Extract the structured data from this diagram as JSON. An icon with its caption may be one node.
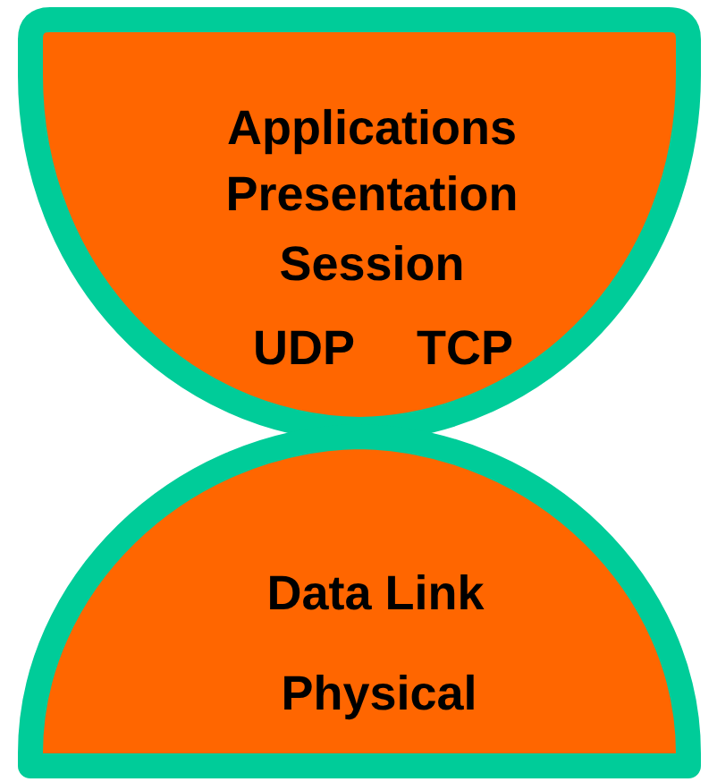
{
  "diagram": {
    "nodes": [
      {
        "text": [
          "Applications",
          "Presentation",
          "Session",
          "UDP",
          "TCP"
        ]
      },
      {
        "text": [
          "Data Link",
          "Physical"
        ]
      }
    ]
  }
}
